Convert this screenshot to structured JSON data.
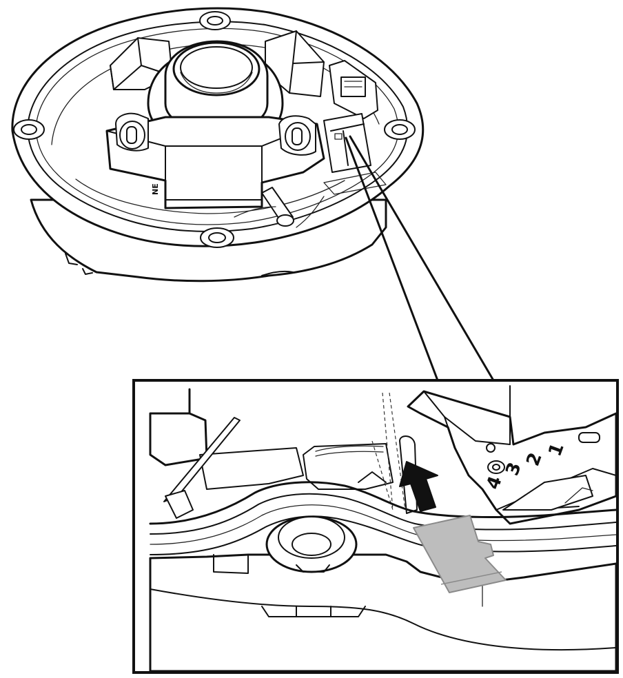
{
  "figure": {
    "slot_digits": [
      "1",
      "2",
      "3",
      "4"
    ],
    "device_mark": "NE",
    "card_color": "#bdbdbd",
    "arrow_color": "#111111",
    "line_color": "#111111",
    "icons": [
      "camera-housing",
      "microsd-card",
      "insert-arrow",
      "callout-zoom-box"
    ]
  }
}
